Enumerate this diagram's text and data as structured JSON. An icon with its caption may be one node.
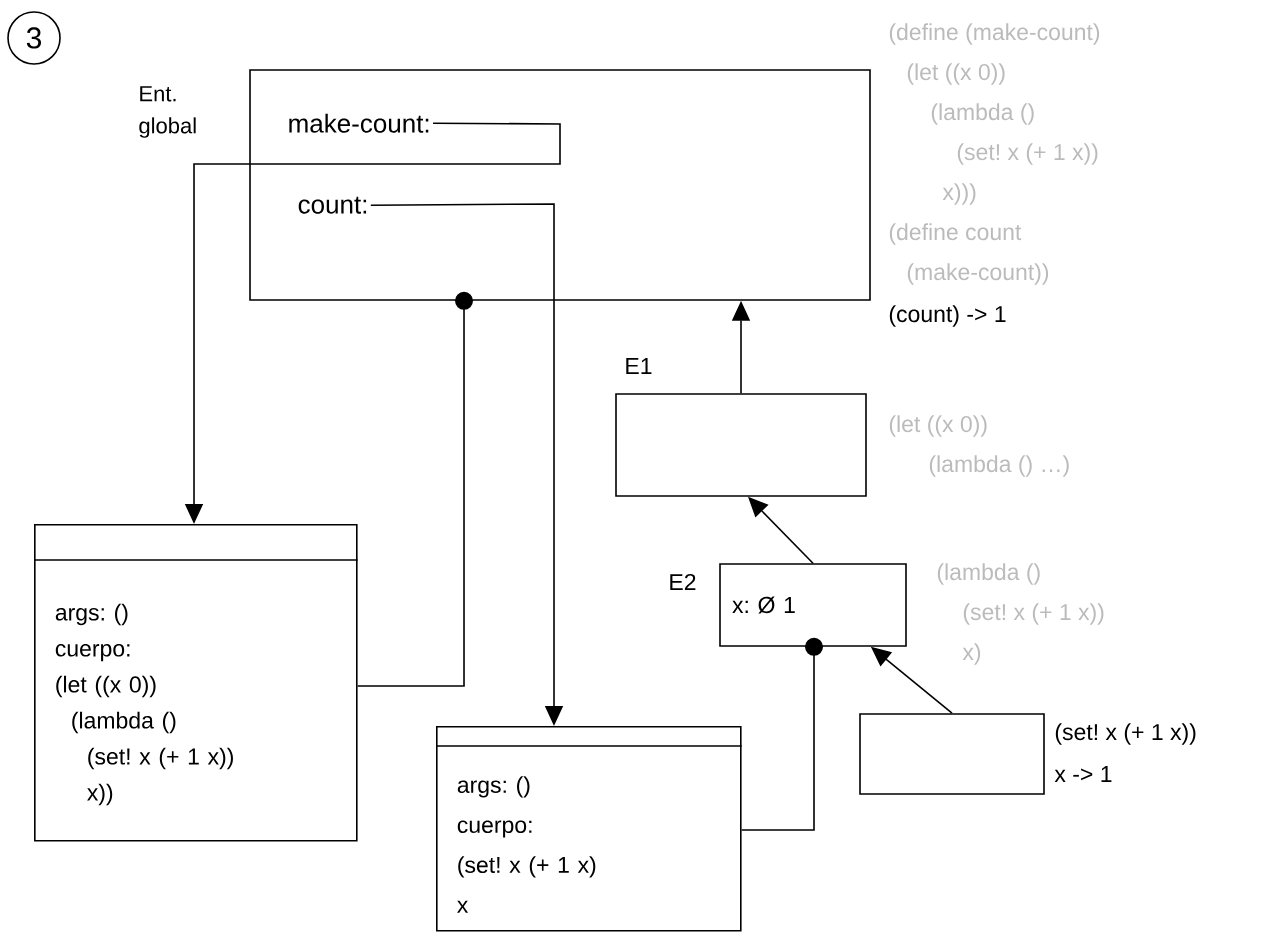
{
  "diagram": {
    "nodes": [
      {
        "text": [
          "3"
        ]
      },
      {
        "text": [],
        "shape": "box",
        "beside": [
          "Ent. global"
        ]
      },
      {
        "text": [
          "make-count:"
        ],
        "in": 1
      },
      {
        "text": [
          "count:"
        ],
        "in": 1
      },
      {
        "text": [],
        "shape": "box",
        "beside": [
          "E1",
          "(let ((x 0))",
          "(lambda () …)"
        ]
      },
      {
        "text": [
          "x: Ø 1"
        ],
        "beside": [
          "E2",
          "(lambda ()",
          "(set! x (+ 1 x))",
          "x)"
        ]
      },
      {
        "text": [],
        "shape": "box",
        "beside": [
          "(set! x (+ 1 x))",
          "x -> 1"
        ]
      },
      {
        "text": [
          "args: ()",
          "cuerpo:",
          "(let ((x 0))",
          "(lambda ()",
          "(set! x (+ 1 x))",
          "x))"
        ]
      },
      {
        "text": [
          "args: ()",
          "cuerpo:",
          "(set! x (+ 1 x)",
          "x"
        ]
      }
    ],
    "edges": [
      {
        "from": 2,
        "to": 7,
        "arrow": "to"
      },
      {
        "from": 3,
        "to": 8,
        "arrow": "to"
      },
      {
        "from": 7,
        "to": 1,
        "arrow": "other"
      },
      {
        "from": 8,
        "to": 5,
        "arrow": "other"
      },
      {
        "from": 4,
        "to": 1,
        "arrow": "to"
      },
      {
        "from": 5,
        "to": 4,
        "arrow": "to"
      },
      {
        "from": 6,
        "to": 5,
        "arrow": "to"
      }
    ],
    "labels": [
      "(define (make-count)",
      "(let ((x 0))",
      "(lambda ()",
      "(set! x (+ 1 x))",
      "x)))",
      "(define count",
      "(make-count))",
      "(count) -> 1"
    ]
  }
}
